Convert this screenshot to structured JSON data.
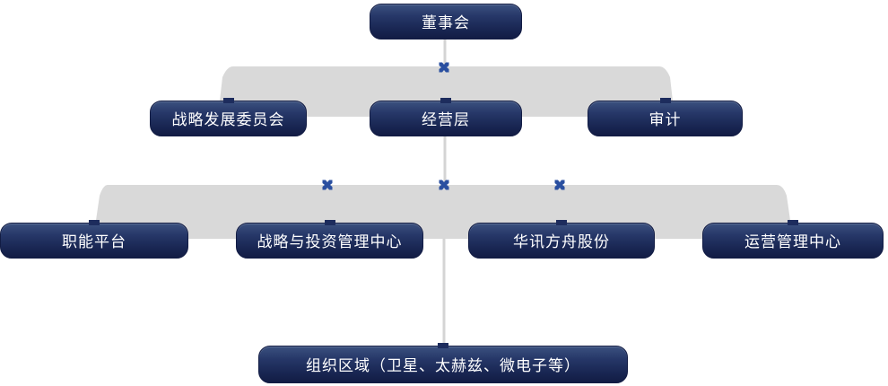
{
  "diagram": {
    "type": "org-chart",
    "nodes": {
      "board": "董事会",
      "strategy_committee": "战略发展委员会",
      "management": "经营层",
      "audit": "审计",
      "functional_platform": "职能平台",
      "strategy_investment_center": "战略与投资管理中心",
      "huaxun_ark_shares": "华讯方舟股份",
      "operations_center": "运营管理中心",
      "org_regions": "组织区域（卫星、太赫兹、微电子等）"
    },
    "hierarchy": [
      {
        "level": 1,
        "nodes": [
          "董事会"
        ]
      },
      {
        "level": 2,
        "nodes": [
          "战略发展委员会",
          "经营层",
          "审计"
        ]
      },
      {
        "level": 3,
        "nodes": [
          "职能平台",
          "战略与投资管理中心",
          "华讯方舟股份",
          "运营管理中心"
        ]
      },
      {
        "level": 4,
        "nodes": [
          "组织区域（卫星、太赫兹、微电子等）"
        ]
      }
    ],
    "icons": {
      "connector_marker": "notched-square-marker"
    },
    "colors": {
      "node_gradient_top": "#3b517f",
      "node_gradient_bottom": "#121c44",
      "band_gray": "#d9d9d9",
      "line_gray": "#d4d4d4",
      "marker_blue": "#2a4fa0",
      "label_text": "#ffffff",
      "background": "#ffffff"
    }
  }
}
